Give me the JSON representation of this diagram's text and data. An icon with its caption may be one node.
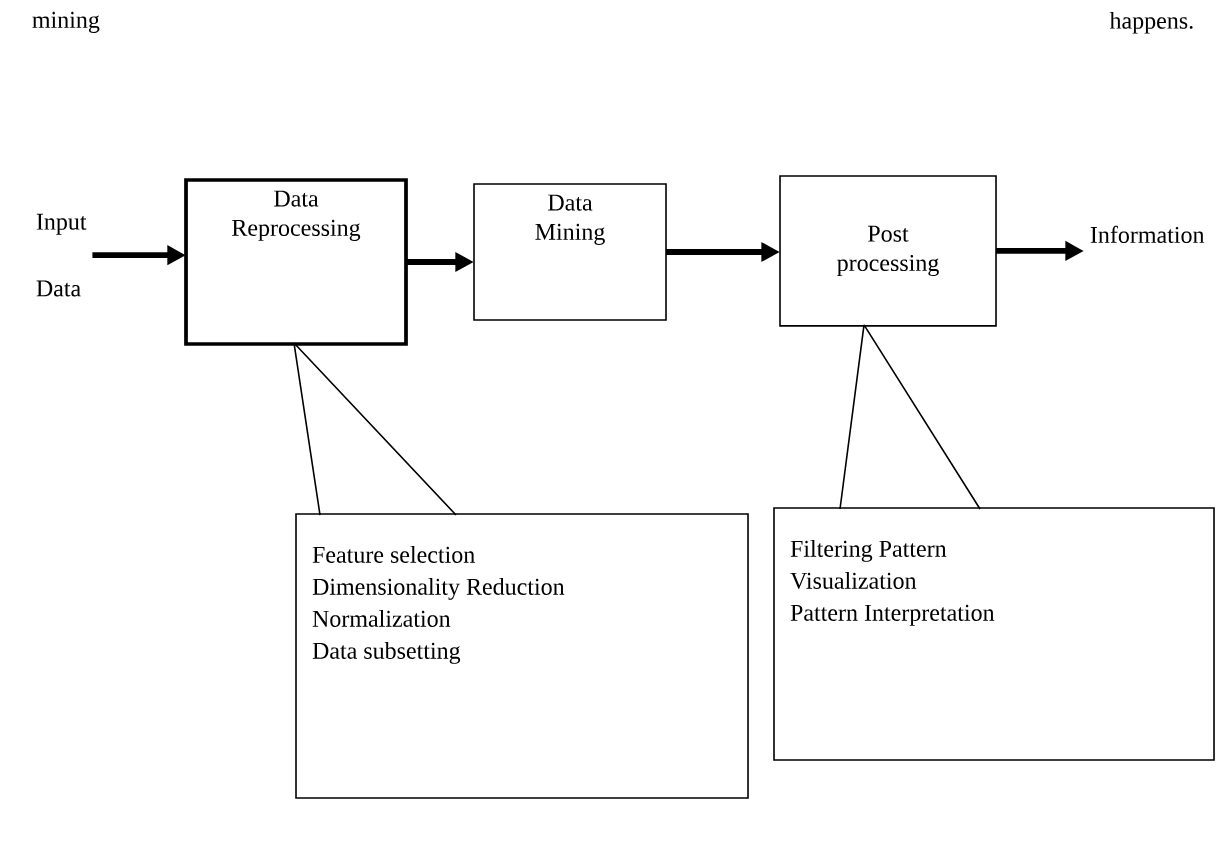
{
  "diagram": {
    "nodes": [
      {
        "text": [
          "Input",
          "Data"
        ]
      },
      {
        "text": [
          "Data Reprocessing"
        ]
      },
      {
        "text": [
          "Data Mining"
        ]
      },
      {
        "text": [
          "Post processing"
        ]
      },
      {
        "text": [
          "Information"
        ]
      },
      {
        "text": [
          "Feature selection",
          "Dimensionality Reduction",
          "Normalization",
          "Data subsetting"
        ]
      },
      {
        "text": [
          "Filtering Pattern",
          "Visualization",
          "Pattern Interpretation"
        ]
      }
    ],
    "edges": [
      {
        "from": 0,
        "to": 1,
        "arrow": "to"
      },
      {
        "from": 1,
        "to": 2,
        "arrow": "to"
      },
      {
        "from": 2,
        "to": 3,
        "arrow": "to"
      },
      {
        "from": 3,
        "to": 4,
        "arrow": "to"
      },
      {
        "from": 5,
        "to": 1,
        "arrow": "none"
      },
      {
        "from": 6,
        "to": 3,
        "arrow": "none"
      }
    ],
    "labels": [
      "mining",
      "happens."
    ]
  }
}
